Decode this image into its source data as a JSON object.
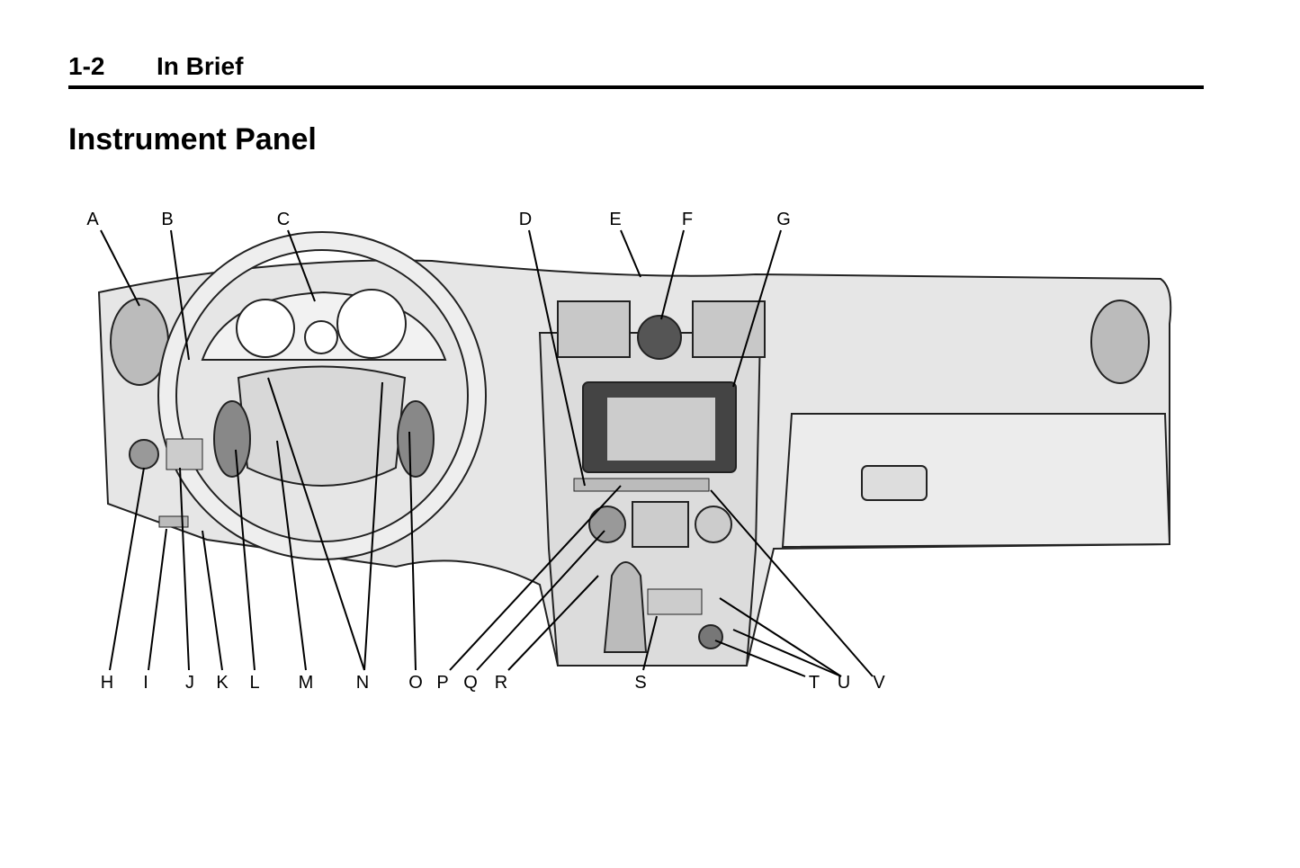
{
  "header": {
    "page_number": "1-2",
    "section": "In Brief"
  },
  "title": "Instrument Panel",
  "figure": {
    "top_labels": [
      "A",
      "B",
      "C",
      "D",
      "E",
      "F",
      "G"
    ],
    "bottom_labels": [
      "H",
      "I",
      "J",
      "K",
      "L",
      "M",
      "N",
      "O",
      "P",
      "Q",
      "R",
      "S",
      "T",
      "U",
      "V"
    ]
  }
}
